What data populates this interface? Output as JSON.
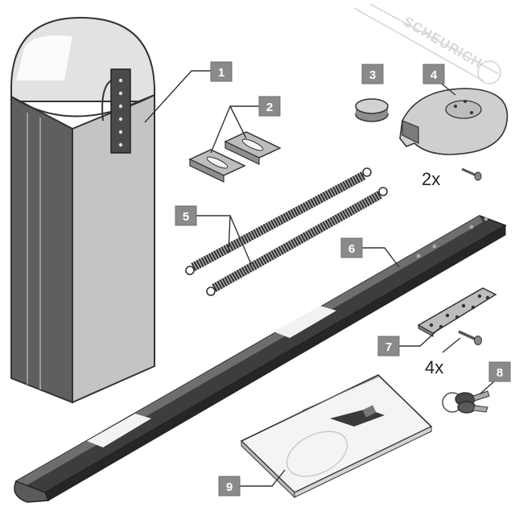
{
  "watermark": {
    "brand": "SCHEURICH"
  },
  "parts": [
    {
      "number": "1",
      "item": "barrier-housing"
    },
    {
      "number": "2",
      "item": "mounting-brackets"
    },
    {
      "number": "3",
      "item": "round-cap"
    },
    {
      "number": "4",
      "item": "boom-cover"
    },
    {
      "number": "5",
      "item": "tension-springs"
    },
    {
      "number": "6",
      "item": "boom-arm"
    },
    {
      "number": "7",
      "item": "mounting-plate"
    },
    {
      "number": "8",
      "item": "keys"
    },
    {
      "number": "9",
      "item": "instruction-manual"
    }
  ],
  "quantities": {
    "screw_small": "2x",
    "screw_large": "4x"
  },
  "colors": {
    "callout": "#8a8a8a",
    "housing_front": "#5b5b5b",
    "housing_top": "#d9d9d9"
  }
}
